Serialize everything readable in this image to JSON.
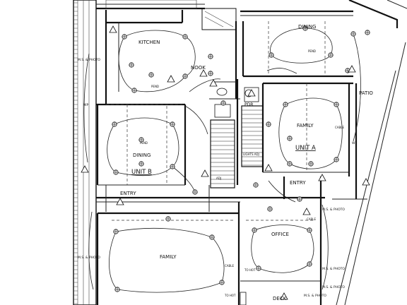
{
  "rooms": {
    "kitchen": "KITCHEN",
    "nook": "NOOK",
    "dining_b": "DINING",
    "unit_b": "UNIT B",
    "dining_a": "DINING",
    "family_a": "FAMILY",
    "unit_a": "UNIT A",
    "patio": "PATIO",
    "pdr": "PDR",
    "entry_b": "ENTRY",
    "entry_a": "ENTRY",
    "office": "OFFICE",
    "family_lower": "FAMILY",
    "deck": "DECK"
  },
  "fixture_labels": {
    "pend_kitchen": "PEND",
    "pend_dining_a": "PEND",
    "pend_dining_b": "PEND",
    "cable_family": "CABLE",
    "cable_office": "CABLE",
    "cable_family_lower": "CABLE",
    "lights_adj": "LIGHTS ADJ",
    "adj": "ADJ",
    "to_hot_1": "TO HOT",
    "to_hot_2": "TO HOT",
    "ms_photo_left_top": "M.S. & PHOTO",
    "ms_photo_left_bottom": "M.S. & PHOTO",
    "ms_photo_right_1": "M.S. & PHOTO",
    "ms_photo_right_2": "M.S. & PHOTO",
    "ms_photo_right_3": "M.S. & PHOTO",
    "ms_photo_right_4": "M.S. & PHOTO",
    "wp_1": "WP",
    "wp_2": "WP"
  }
}
